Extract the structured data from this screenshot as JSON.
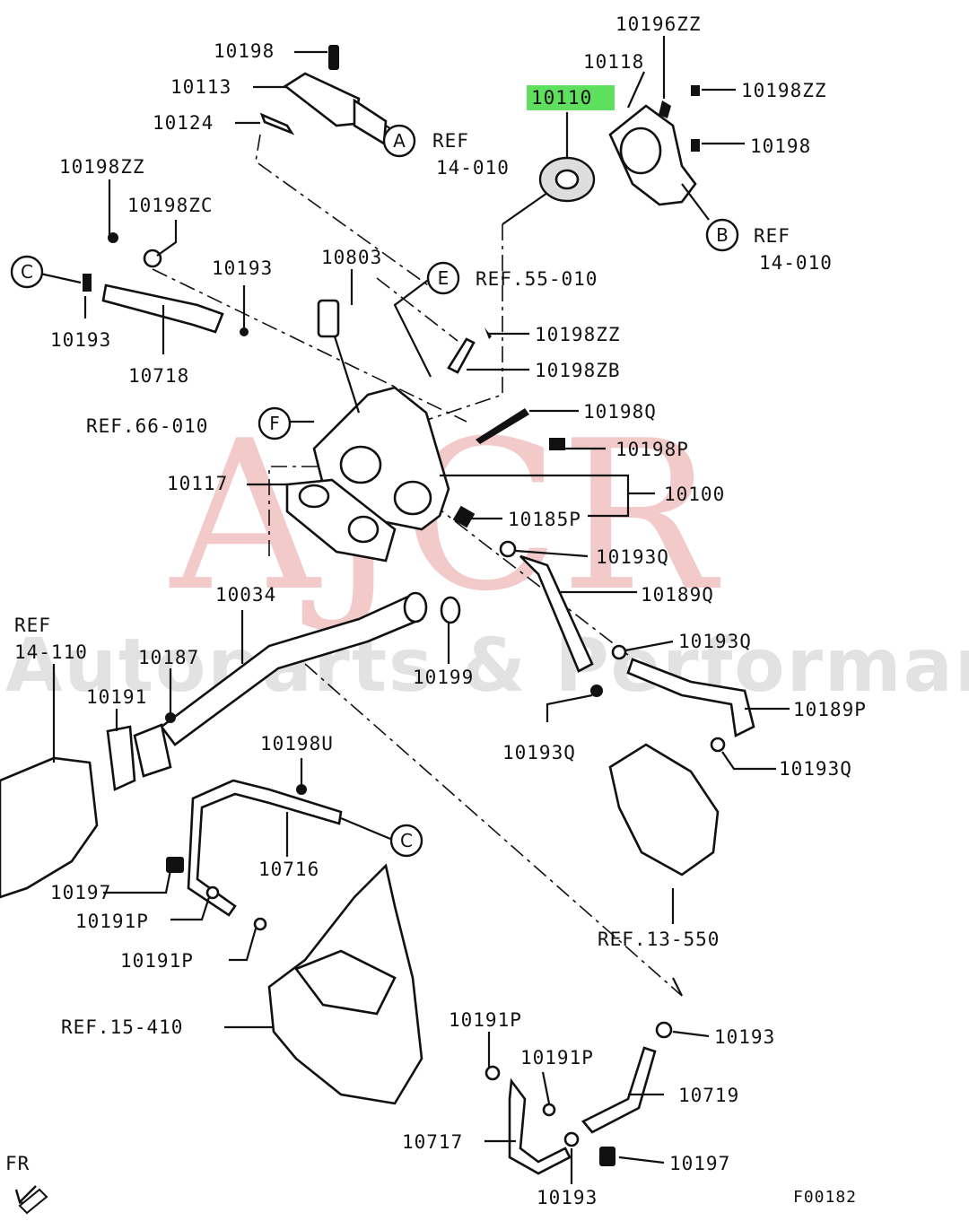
{
  "watermark": {
    "brand": "AJCR",
    "tagline": "Autoparts & Performance"
  },
  "highlight_color": "#5ee05e",
  "labels": {
    "p10198_top": "10198",
    "p10113": "10113",
    "p10124": "10124",
    "ref_a": "REF",
    "ref_a_num": "14-010",
    "p10198zz_left": "10198ZZ",
    "p10198zc": "10198ZC",
    "p10193_a": "10193",
    "p10193_b": "10193",
    "p10718": "10718",
    "p10803": "10803",
    "ref_e": "REF.55-010",
    "p10198zz_mid": "10198ZZ",
    "p10198zb": "10198ZB",
    "p10198q": "10198Q",
    "p10198p": "10198P",
    "ref_f": "REF.66-010",
    "p10117": "10117",
    "p10100": "10100",
    "p10185p": "10185P",
    "p10193q_a": "10193Q",
    "p10189q": "10189Q",
    "p10193q_b": "10193Q",
    "p10034": "10034",
    "ref_110": "REF",
    "ref_110_num": "14-110",
    "p10187": "10187",
    "p10191": "10191",
    "p10199": "10199",
    "p10189p": "10189P",
    "p10193q_c": "10193Q",
    "p10193q_d": "10193Q",
    "p10198u": "10198U",
    "p10716": "10716",
    "p10197_a": "10197",
    "p10191p_a": "10191P",
    "p10191p_b": "10191P",
    "ref_13_550": "REF.13-550",
    "ref_15_410": "REF.15-410",
    "p10191p_c": "10191P",
    "p10191p_d": "10191P",
    "p10193_c": "10193",
    "p10719": "10719",
    "p10717": "10717",
    "p10197_b": "10197",
    "p10193_d": "10193",
    "p10196zz": "10196ZZ",
    "p10118": "10118",
    "p10110": "10110",
    "p10198zz_right": "10198ZZ",
    "p10198_right": "10198",
    "ref_b": "REF",
    "ref_b_num": "14-010",
    "fr": "FR",
    "code": "F00182"
  },
  "callouts": {
    "a": "A",
    "b": "B",
    "c_left": "C",
    "c_right": "C",
    "e": "E",
    "f": "F"
  },
  "icons": {
    "front_arrow": "arrow-down-left-icon"
  }
}
